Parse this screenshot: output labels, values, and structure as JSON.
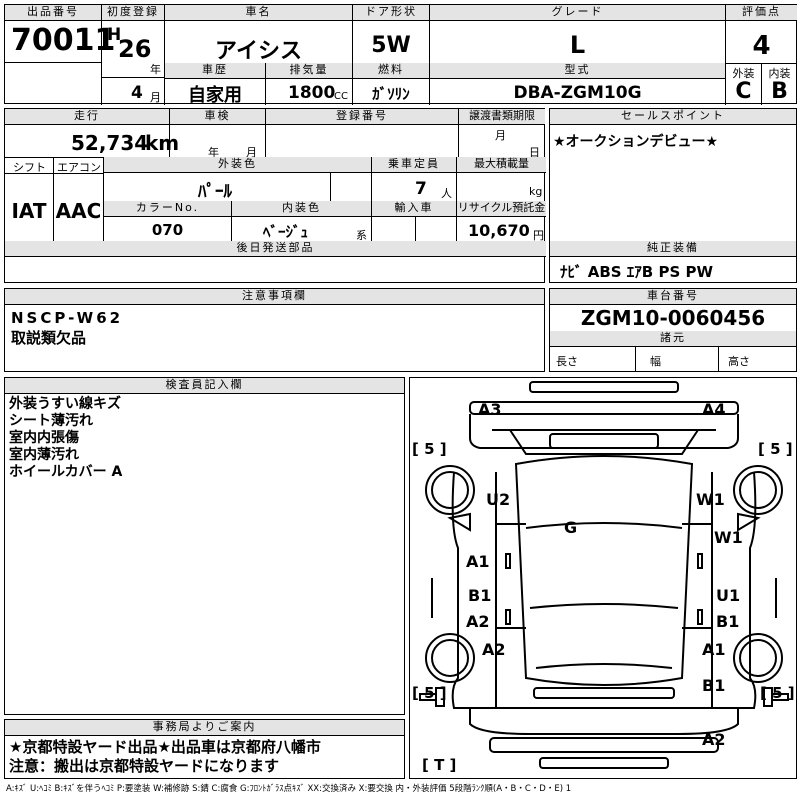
{
  "header": {
    "lot_no_label": "出品番号",
    "lot_no": "70011",
    "first_reg_label": "初度登録",
    "era": "H",
    "year": "26",
    "year_unit": "年",
    "month": "4",
    "month_unit": "月",
    "model_label": "車名",
    "model": "アイシス",
    "door_label": "ドア形状",
    "door": "5W",
    "grade_label": "グレード",
    "grade": "L",
    "score_label": "評価点",
    "score": "4",
    "history_label": "車歴",
    "history": "自家用",
    "disp_label": "排気量",
    "disp": "1800",
    "disp_unit": "CC",
    "fuel_label": "燃料",
    "fuel": "ｶﾞｿﾘﾝ",
    "type_label": "型式",
    "type": "DBA-ZGM10G",
    "ext_label": "外装",
    "ext": "C",
    "int_label": "内装",
    "int": "B"
  },
  "row2": {
    "mileage_label": "走行",
    "mileage": "52,734",
    "mileage_unit": "km",
    "inspect_label": "車検",
    "inspect_year_unit": "年",
    "inspect_month_unit": "月",
    "reg_label": "登録番号",
    "transfer_label": "譲渡書類期限",
    "transfer_month_unit": "月",
    "transfer_day_unit": "日",
    "shift_label": "シフト",
    "shift": "IAT",
    "ac_label": "エアコン",
    "ac": "AAC",
    "color_label": "外装色",
    "color": "ﾊﾟｰﾙ",
    "seats_label": "乗車定員",
    "seats": "7",
    "seats_unit": "人",
    "maxload_label": "最大積載量",
    "maxload_unit": "kg",
    "colorno_label": "カラーNo.",
    "colorno": "070",
    "intcolor_label": "内装色",
    "intcolor": "ﾍﾞｰｼﾞｭ",
    "intcolor_unit": "系",
    "import_label": "輸入車",
    "recycle_label": "リサイクル預託金",
    "recycle": "10,670",
    "recycle_unit": "円",
    "later_label": "後日発送部品"
  },
  "right_info": {
    "selling_label": "セールスポイント",
    "selling": "★オークションデビュー★",
    "equip_label": "純正装備",
    "equip": "ﾅﾋﾞ ABS ｴｱB PS PW",
    "chassis_label": "車台番号",
    "chassis": "ZGM10-0060456",
    "dims_label": "諸元",
    "length_label": "長さ",
    "width_label": "幅",
    "height_label": "高さ"
  },
  "caution": {
    "label": "注意事項欄",
    "lines": [
      "NSCP-W62",
      "取説類欠品"
    ]
  },
  "inspector": {
    "label": "検査員記入欄",
    "lines": [
      "外装うすい線キズ",
      "シート薄汚れ",
      "室内内張傷",
      "室内薄汚れ",
      "ホイールカバー A"
    ]
  },
  "office": {
    "label": "事務局よりご案内",
    "lines": [
      "★京都特設ヤード出品★出品車は京都府八幡市",
      "注意：搬出は京都特設ヤードになります"
    ]
  },
  "diagram": {
    "marks": {
      "a3": "A3",
      "a4": "A4",
      "u2": "U2",
      "w1_top": "W1",
      "g": "G",
      "w1_side": "W1",
      "a1_left": "A1",
      "u1": "U1",
      "b1_left": "B1",
      "b1_right": "B1",
      "a2_left": "A2",
      "a2_rear_left": "A2",
      "a1_rear_right": "A1",
      "b1_rear_right": "B1",
      "a2_bottom": "A2"
    },
    "tire_tl": "[ 5 ]",
    "tire_tr": "[ 5 ]",
    "tire_bl": "[ 5 ]",
    "tire_br": "[ 5 ]",
    "spare": "[ T ]"
  },
  "legend": "A:ｷｽﾞ U:ﾍｺﾐ B:ｷｽﾞを伴うﾍｺﾐ P:要塗装 W:補修跡 S:錆 C:腐食 G:ﾌﾛﾝﾄｶﾞﾗｽ点ｷｽﾞ XX:交換済み X:要交換 内・外装評価 5段階ﾗﾝｸ順(A・B・C・D・E) 1"
}
